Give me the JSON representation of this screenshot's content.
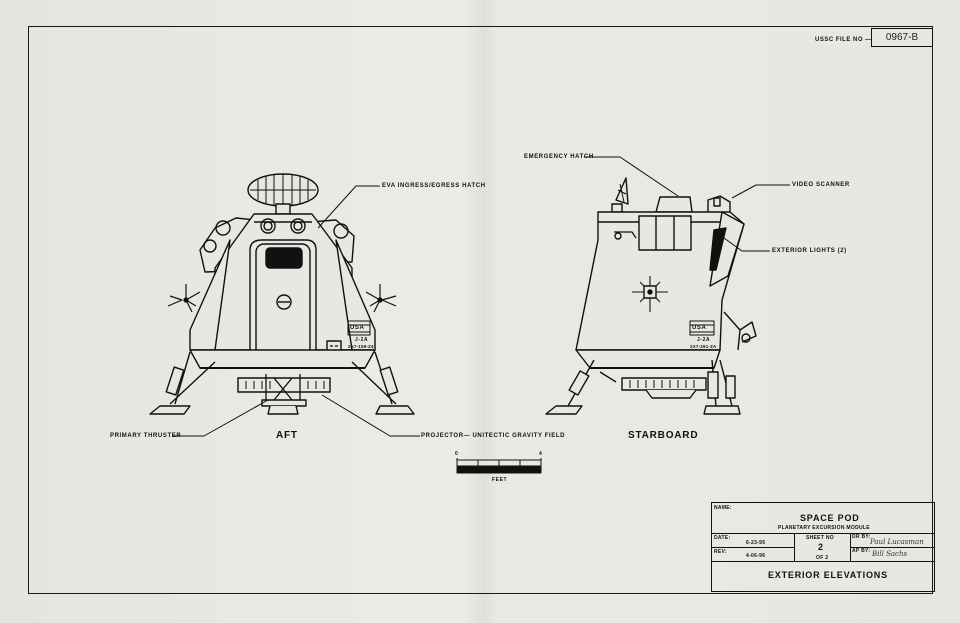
{
  "file": {
    "label": "USSC FILE NO —",
    "number": "0967-B"
  },
  "callouts": {
    "eva_hatch": "EVA INGRESS/EGRESS HATCH",
    "emergency_hatch": "EMERGENCY HATCH",
    "video_scanner": "VIDEO SCANNER",
    "exterior_lights": "EXTERIOR LIGHTS (2)",
    "primary_thruster": "PRIMARY THRUSTER",
    "projector": "PROJECTOR— UNITECTIC GRAVITY FIELD"
  },
  "views": {
    "aft": "AFT",
    "starboard": "STARBOARD"
  },
  "markings": {
    "aft": {
      "usa": "USA",
      "code": "J-2A",
      "serial": "2X7-159-Z4"
    },
    "starboard": {
      "usa": "USA",
      "code": "J-2A",
      "serial": "2X7-281-ZA"
    }
  },
  "scale": {
    "start": "0",
    "end": "4",
    "unit": "FEET"
  },
  "title_block": {
    "name_label": "NAME:",
    "title": "SPACE POD",
    "subtitle": "PLANETARY EXCURSION MODULE",
    "date_label": "DATE:",
    "date": "6-23-95",
    "rev_label": "REV:",
    "rev": "4-06-96",
    "sheet_label": "SHEET NO",
    "sheet_no": "2",
    "sheet_of": "OF 2",
    "dr_label": "DR BY:",
    "dr_sig": "Paul Lucasman",
    "ap_label": "AP BY:",
    "ap_sig": "Bill Sachs",
    "drawing_title": "EXTERIOR ELEVATIONS"
  },
  "colors": {
    "ink": "#111111",
    "paper": "#e9e7e1"
  }
}
